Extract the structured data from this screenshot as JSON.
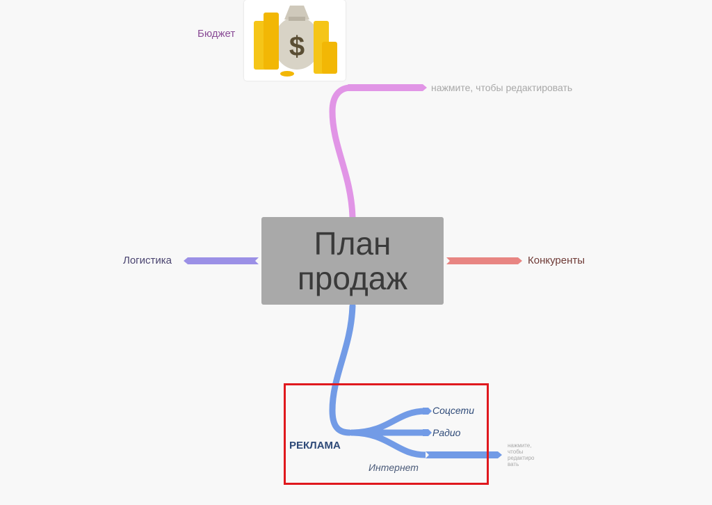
{
  "central": {
    "line1": "План",
    "line2": "продаж",
    "color": "#a9a9a9"
  },
  "branches": {
    "budget": {
      "label": "Бюджет",
      "color": "#e195e6",
      "image": "money-bag-with-coins",
      "child_placeholder": "нажмите, чтобы редактировать"
    },
    "logistics": {
      "label": "Логистика",
      "color": "#9b90e6"
    },
    "competitors": {
      "label": "Конкуренты",
      "color": "#e88582"
    },
    "advertising": {
      "label": "РЕКЛАМА",
      "color": "#729be6",
      "children": [
        {
          "label": "Соцсети"
        },
        {
          "label": "Радио"
        },
        {
          "label": "Интернет",
          "child_placeholder": "нажмите,\nчтобы\nредактиро\nвать"
        }
      ]
    }
  },
  "highlight": {
    "color": "#e0191e"
  }
}
